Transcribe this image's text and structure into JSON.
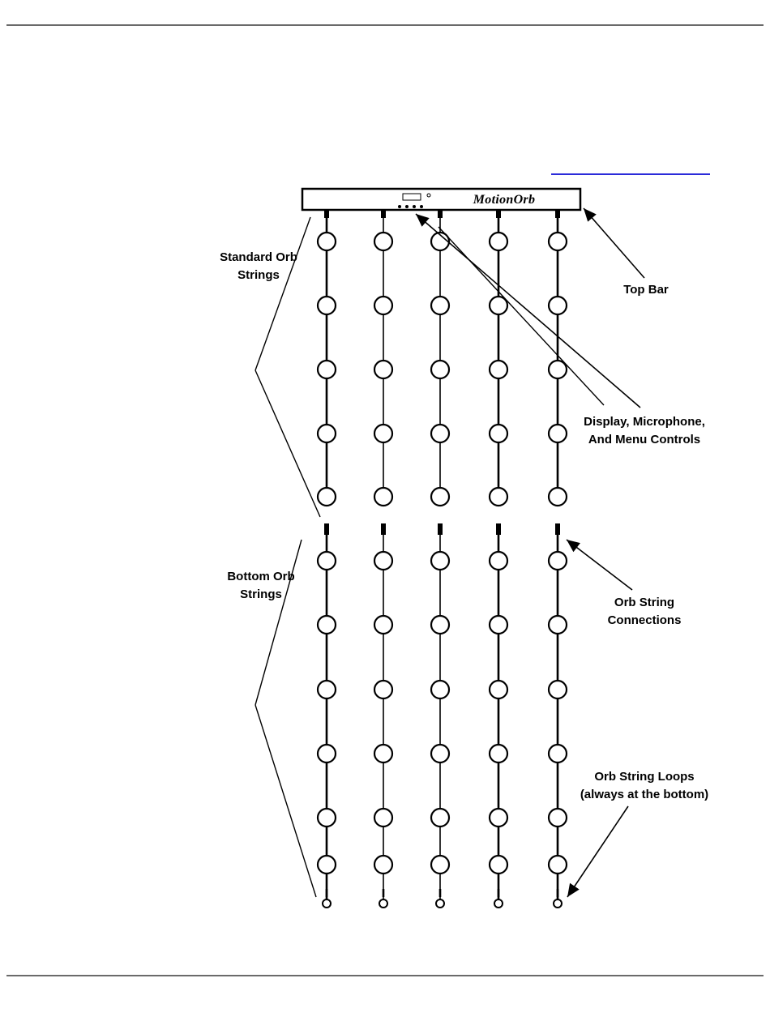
{
  "diagram": {
    "brand_logo": "MotionOrb",
    "labels": {
      "top_bar": "Top Bar",
      "standard_strings_line1": "Standard Orb",
      "standard_strings_line2": "Strings",
      "controls_line1": "Display, Microphone,",
      "controls_line2": "And Menu Controls",
      "bottom_strings_line1": "Bottom Orb",
      "bottom_strings_line2": "Strings",
      "connections_line1": "Orb String",
      "connections_line2": "Connections",
      "loops_line1": "Orb String Loops",
      "loops_line2": "(always at the bottom)"
    },
    "strings_count": 5,
    "orbs_per_upper_section": 5,
    "orbs_per_lower_section": 6,
    "colors": {
      "line": "#000000",
      "rule": "#6a6a6a",
      "link": "#2b2bd9"
    }
  }
}
